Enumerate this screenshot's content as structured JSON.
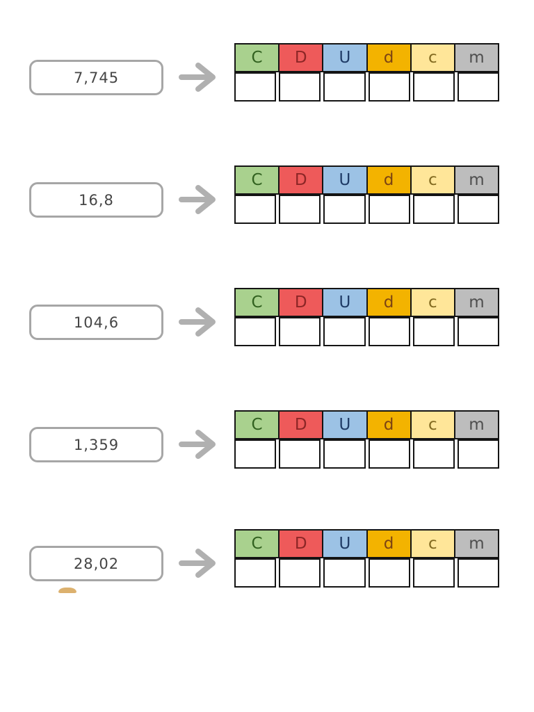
{
  "worksheet": {
    "rows": [
      {
        "number": "7,745"
      },
      {
        "number": "16,8"
      },
      {
        "number": "104,6"
      },
      {
        "number": "1,359"
      },
      {
        "number": "28,02"
      }
    ],
    "columns": [
      {
        "label": "C",
        "bg": "#a9d18e",
        "fg": "#31611f"
      },
      {
        "label": "D",
        "bg": "#ee5a5a",
        "fg": "#8c2626"
      },
      {
        "label": "U",
        "bg": "#9cc2e5",
        "fg": "#1f3b66"
      },
      {
        "label": "d",
        "bg": "#f3b300",
        "fg": "#7c4413"
      },
      {
        "label": "c",
        "bg": "#ffe699",
        "fg": "#826a20"
      },
      {
        "label": "m",
        "bg": "#bdbdbd",
        "fg": "#4e4e4e"
      }
    ],
    "colors": {
      "page_bg": "#ffffff",
      "grid_border": "#141414",
      "empty_cell_bg": "#ffffff",
      "number_box_border": "#a6a6a6",
      "number_text": "#454545",
      "arrow": "#b0b0b0",
      "clipart_fragment": "#d8a95e"
    }
  }
}
